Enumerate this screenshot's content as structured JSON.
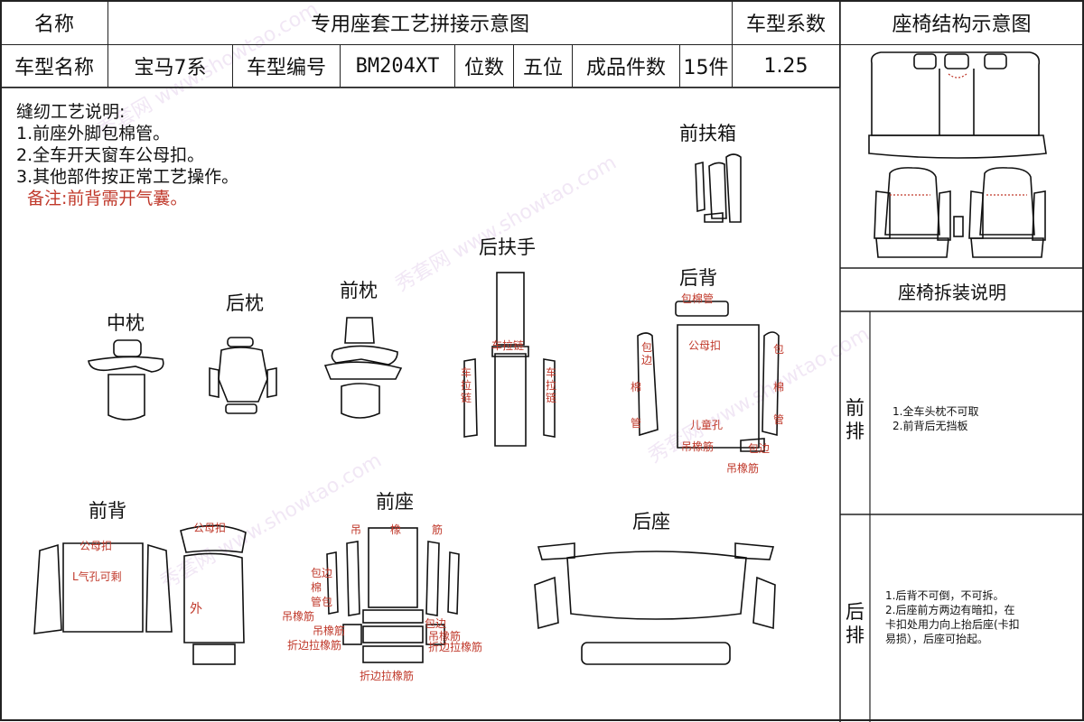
{
  "header": {
    "name_label": "名称",
    "title": "专用座套工艺拼接示意图",
    "coef_label": "车型系数",
    "structure_title": "座椅结构示意图"
  },
  "info": {
    "model_name_label": "车型名称",
    "model_name": "宝马7系",
    "model_code_label": "车型编号",
    "model_code": "BM204XT",
    "seats_label": "位数",
    "seats": "五位",
    "pieces_label": "成品件数",
    "pieces": "15件",
    "coef": "1.25"
  },
  "notes": {
    "heading": "缝纫工艺说明:",
    "items": [
      "1.前座外脚包棉管。",
      "2.全车开天窗车公母扣。",
      "3.其他部件按正常工艺操作。"
    ],
    "remark": "备注:前背需开气囊。"
  },
  "parts": {
    "front_armrest_box": "前扶箱",
    "rear_armrest": "后扶手",
    "rear_back": "后背",
    "middle_pillow": "中枕",
    "rear_pillow": "后枕",
    "front_pillow": "前枕",
    "front_back": "前背",
    "front_seat": "前座",
    "rear_seat": "后座"
  },
  "annotations": {
    "rear_back_top": "包棉管",
    "rear_back_snap": "公母扣",
    "rear_back_left_a": "包",
    "rear_back_left_b": "边",
    "rear_back_left_c": "棉",
    "rear_back_left_d": "管",
    "rear_back_right_a": "包",
    "rear_back_right_b": "棉",
    "rear_back_right_c": "管",
    "rear_back_child": "儿童孔",
    "rear_back_elastic1": "吊橡筋",
    "rear_back_edge": "包边",
    "rear_back_elastic2": "吊橡筋",
    "armrest_zip": "车拉链",
    "armrest_left": "车拉链",
    "armrest_right": "车拉链",
    "front_back_snap": "公母扣",
    "front_back_snap2": "公母扣",
    "front_back_airbag": "L气孔可剩",
    "front_back_outer": "外",
    "front_seat_top_a": "吊",
    "front_seat_top_b": "橡",
    "front_seat_top_c": "筋",
    "front_seat_left_a": "包边",
    "front_seat_left_b": "棉",
    "front_seat_left_c": "管包",
    "front_seat_elastic": "吊橡筋",
    "front_seat_e2": "吊橡筋",
    "front_seat_fold1": "折边拉橡筋",
    "front_seat_edge": "包边",
    "front_seat_e3": "吊橡筋",
    "front_seat_fold2": "折边拉橡筋",
    "front_seat_fold3": "折边拉橡筋"
  },
  "side": {
    "disassembly_title": "座椅拆装说明",
    "front_row": "前\n排",
    "front_row_a": "前",
    "front_row_b": "排",
    "front_notes": [
      "1.全车头枕不可取",
      "2.前背后无挡板"
    ],
    "rear_row_a": "后",
    "rear_row_b": "排",
    "rear_notes": [
      "1.后背不可倒，不可拆。",
      "2.后座前方两边有暗扣，在",
      "卡扣处用力向上抬后座(卡扣",
      "易损），后座可抬起。"
    ]
  },
  "watermark": [
    "秀套网 www.showtao.com"
  ]
}
